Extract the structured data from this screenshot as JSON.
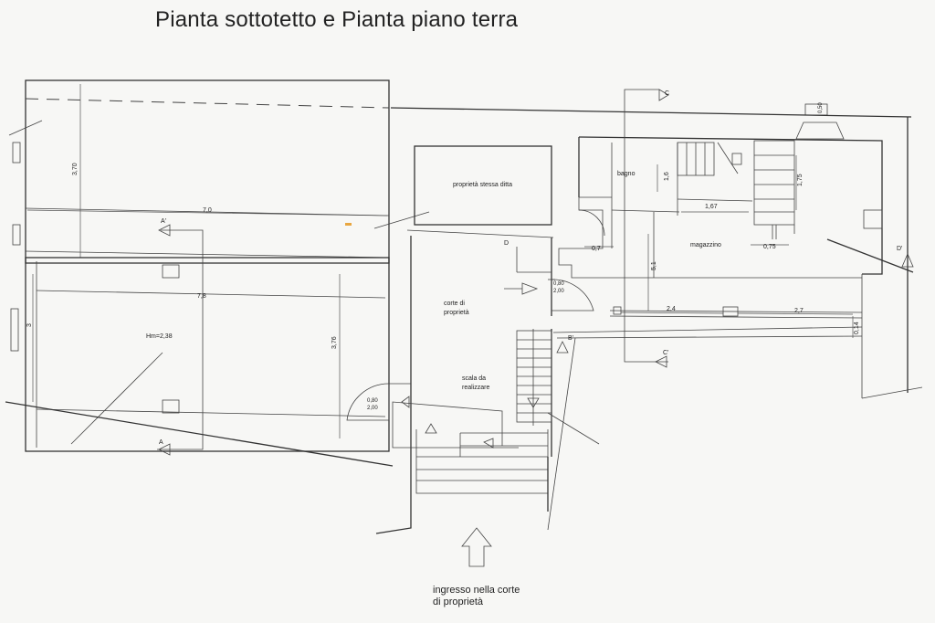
{
  "title": "Pianta sottotetto e Pianta piano terra",
  "entrance_caption": [
    "ingresso nella corte",
    "di proprietà"
  ],
  "room_labels": {
    "stessa_ditta": "proprietà stessa ditta",
    "bagno": "bagno",
    "magazzino": "magazzino",
    "corte": [
      "corte di",
      "proprietà"
    ],
    "hm": "Hm=2,38",
    "scala": [
      "scala da",
      "realizzare"
    ]
  },
  "section_marks": {
    "A_top": "A'",
    "A_bottom": "A",
    "C_top": "C",
    "C_bottom": "C'",
    "D_top": "D",
    "D_right": "D'",
    "B_right": "B'"
  },
  "dimensions": {
    "upper_height": "3,70",
    "upper_width": "7,0",
    "lower_width": "7,8",
    "lower_height_left": "3",
    "lower_height_right": "3,76",
    "bagno_h": "1,6",
    "bagno_w": "1,67",
    "bagno_small": "0,7",
    "stair_h": "1,75",
    "mag_small": "0,75",
    "mag_vert": "5,1",
    "dim_24": "2,4",
    "dim_27": "2,7",
    "dim_014": "0,14",
    "top_stub": "0,50",
    "door_1": [
      "0,80",
      "2,00"
    ],
    "door_2": [
      "0,80",
      "2,00"
    ]
  }
}
